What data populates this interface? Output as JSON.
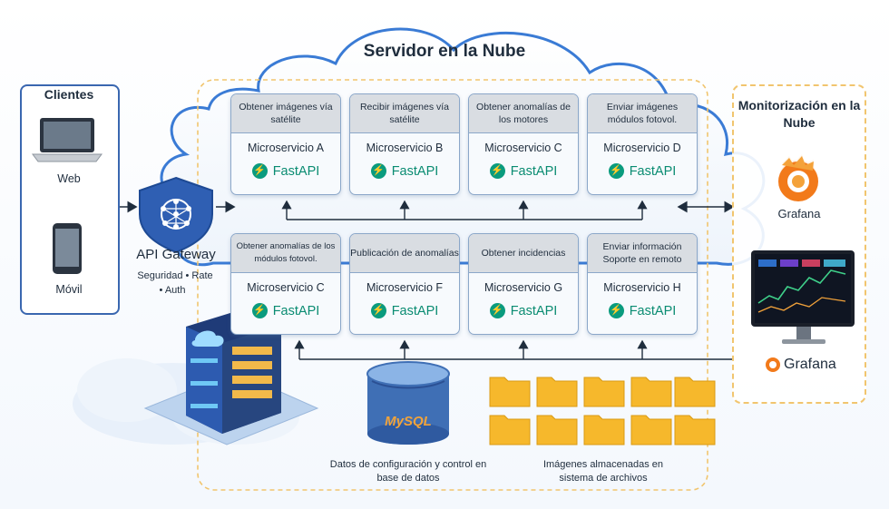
{
  "title": "Servidor en la Nube",
  "clients": {
    "title": "Clientes",
    "web_label": "Web",
    "mobile_label": "Móvil"
  },
  "gateway": {
    "label": "API Gateway",
    "subtitle_line1": "Seguridad • Rate",
    "subtitle_line2": "• Auth"
  },
  "microservices": [
    {
      "task": "Obtener imágenes vía satélite",
      "name": "Microservicio A",
      "framework": "FastAPI"
    },
    {
      "task": "Recibir imágenes vía satélite",
      "name": "Microservicio B",
      "framework": "FastAPI"
    },
    {
      "task": "Obtener anomalías de los motores",
      "name": "Microservicio C",
      "framework": "FastAPI"
    },
    {
      "task": "Enviar imágenes módulos fotovol.",
      "name": "Microservicio D",
      "framework": "FastAPI"
    },
    {
      "task": "Obtener anomalías de los módulos fotovol.",
      "name": "Microservicio C",
      "framework": "FastAPI"
    },
    {
      "task": "Publicación de anomalías",
      "name": "Microservicio F",
      "framework": "FastAPI"
    },
    {
      "task": "Obtener incidencias",
      "name": "Microservicio G",
      "framework": "FastAPI"
    },
    {
      "task": "Enviar información Soporte en remoto",
      "name": "Microservicio H",
      "framework": "FastAPI"
    }
  ],
  "database": {
    "logo_text": "MySQL",
    "caption": "Datos de configuración y control en base de datos"
  },
  "files": {
    "caption": "Imágenes almacenadas en sistema de archivos"
  },
  "monitoring": {
    "title": "Monitorización en la Nube",
    "grafana_label": "Grafana",
    "grafana_logo_text": "Grafana"
  },
  "colors": {
    "accent_blue": "#2f5fb3",
    "fastapi_green": "#0a9b7e",
    "grafana_orange": "#f27a1a",
    "folder_yellow": "#f6b82c"
  }
}
